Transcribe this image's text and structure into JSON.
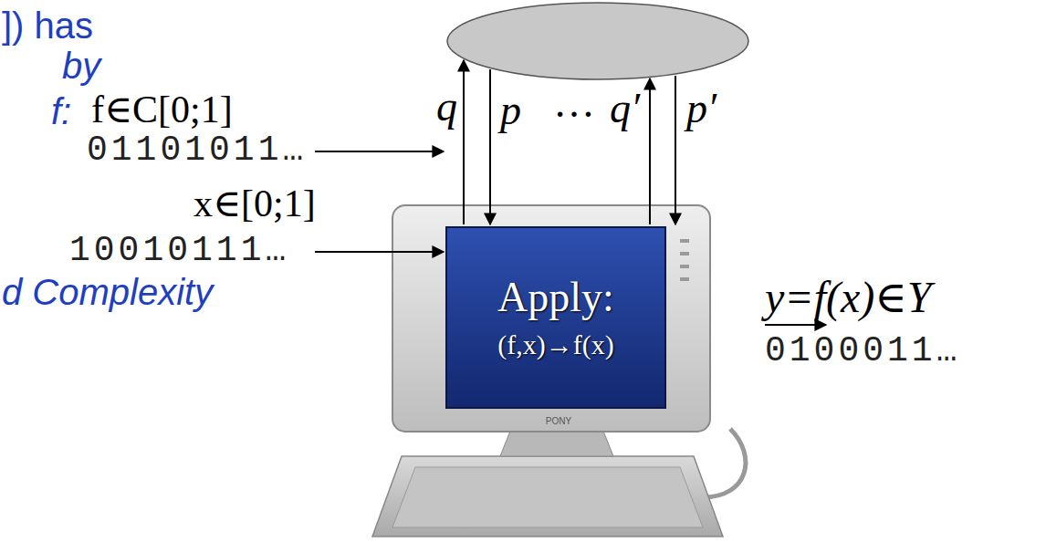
{
  "diagram": {
    "nodes": [
      {
        "text": [
          "Apply:",
          "(f,x)→f(x)"
        ]
      }
    ],
    "labels": [
      "]) has",
      "by",
      "f:",
      "f∈C[0;1]",
      "01101011…",
      "x∈[0;1]",
      "10010111…",
      "d Complexity",
      "q",
      "p",
      "…",
      "q′",
      "p′",
      "PONY",
      "y=f(x)∈Y",
      "0100011…"
    ]
  }
}
